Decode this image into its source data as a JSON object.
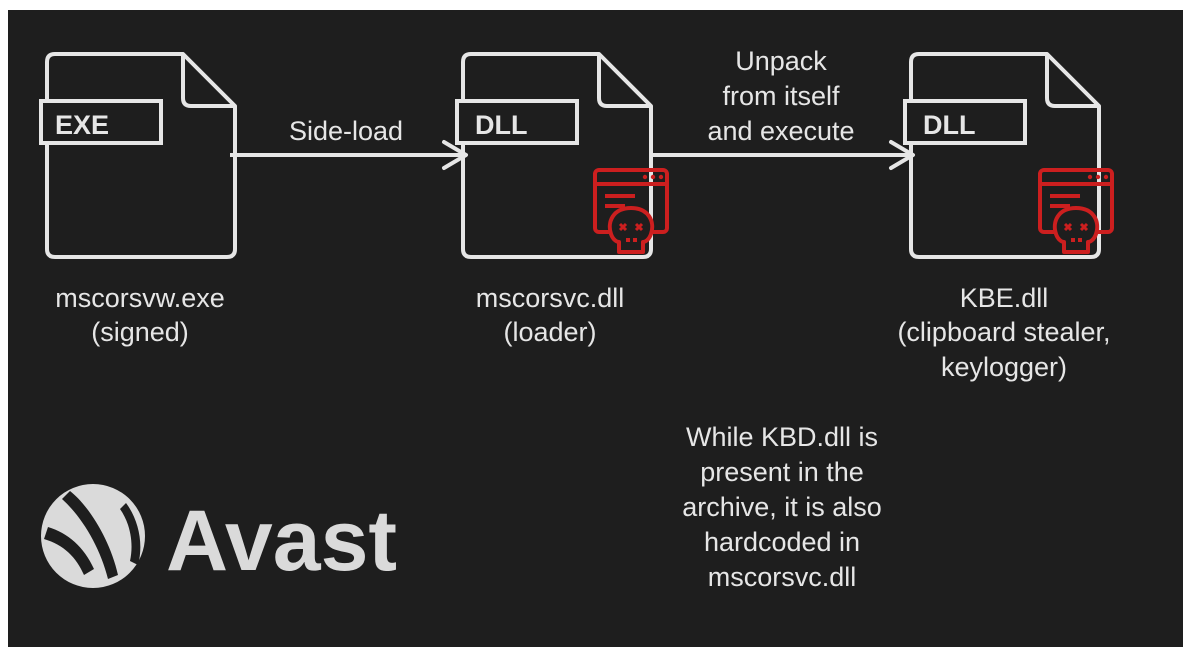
{
  "colors": {
    "background": "#1e1e1e",
    "stroke": "#e6e6e6",
    "malicious": "#cc1f1f"
  },
  "nodes": {
    "exe": {
      "badge": "EXE",
      "name": "mscorsvw.exe",
      "detail": "(signed)",
      "icon": "exe-file-icon"
    },
    "loader": {
      "badge": "DLL",
      "name": "mscorsvc.dll",
      "detail": "(loader)",
      "icon": "dll-file-icon",
      "threat_icon": "malicious-window-skull-icon"
    },
    "payload": {
      "badge": "DLL",
      "name": "KBE.dll",
      "detail_1": "(clipboard stealer,",
      "detail_2": "keylogger)",
      "icon": "dll-file-icon",
      "threat_icon": "malicious-window-skull-icon"
    }
  },
  "edges": {
    "sideload": {
      "label": "Side-load"
    },
    "unpack": {
      "label_1": "Unpack",
      "label_2": "from itself",
      "label_3": "and execute"
    }
  },
  "note": {
    "line_1": "While KBD.dll is",
    "line_2": "present in the",
    "line_3": "archive, it is also",
    "line_4": "hardcoded in",
    "line_5": "mscorsvc.dll"
  },
  "logo": {
    "text": "Avast",
    "icon": "avast-logo-icon"
  }
}
